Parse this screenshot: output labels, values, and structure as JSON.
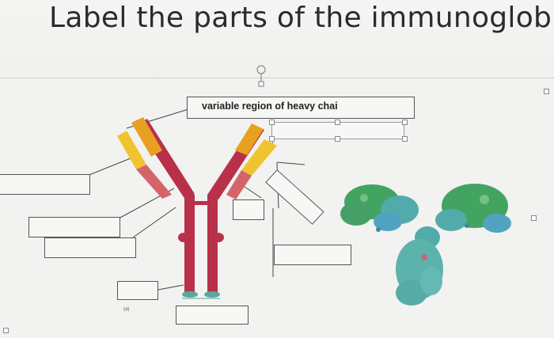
{
  "page": {
    "title": "Label the parts of the immunoglobin"
  },
  "labels": {
    "variable_heavy": "variable region of heavy chai",
    "figure_letter": "(a)"
  },
  "colors": {
    "heavy_chain": "#b8304a",
    "light_chain_constant": "#d4646a",
    "variable_yellow": "#f0c430",
    "variable_orange": "#e8a020",
    "fc_tip": "#5aa8a0",
    "protein_green": "#3aa05a",
    "protein_teal": "#4aa8a8"
  },
  "icons": [
    "rotate-handle-icon",
    "move-cursor-icon"
  ]
}
